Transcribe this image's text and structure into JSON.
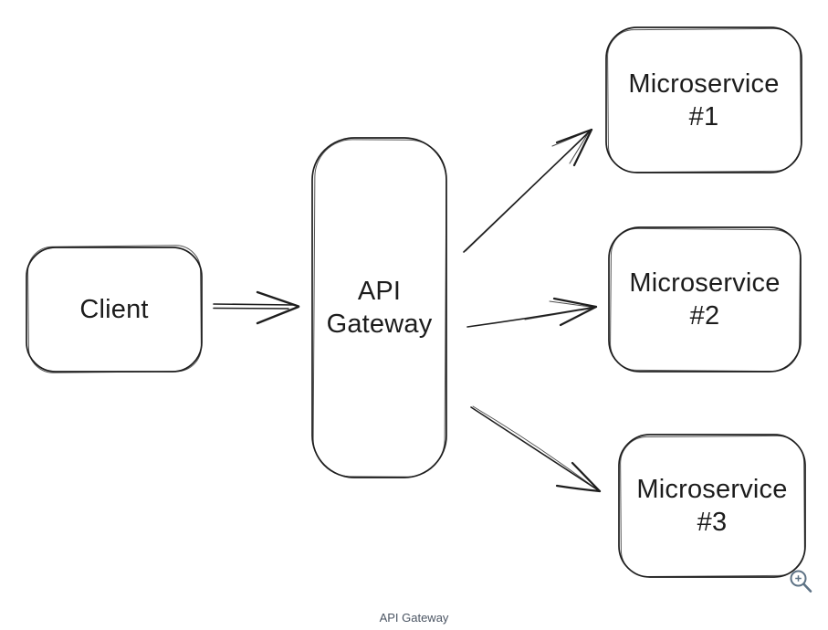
{
  "diagram": {
    "type": "flowchart",
    "caption": "API Gateway",
    "nodes": {
      "client": {
        "label": "Client"
      },
      "gateway": {
        "label": "API Gateway"
      },
      "ms1": {
        "label": "Microservice #1"
      },
      "ms2": {
        "label": "Microservice #2"
      },
      "ms3": {
        "label": "Microservice #3"
      }
    },
    "edges": [
      {
        "from": "Client",
        "to": "API Gateway",
        "style": "double-line open arrow"
      },
      {
        "from": "API Gateway",
        "to": "Microservice #1",
        "style": "open arrow"
      },
      {
        "from": "API Gateway",
        "to": "Microservice #2",
        "style": "open arrow"
      },
      {
        "from": "API Gateway",
        "to": "Microservice #3",
        "style": "open arrow"
      }
    ],
    "colors": {
      "background": "#ffffff",
      "node_stroke": "#1e1e1e",
      "label_text": "#1c1c1c",
      "caption_text": "#4b5563",
      "zoom_icon": "#5d7285"
    }
  },
  "icons": {
    "zoom_in": "magnifier-with-plus"
  }
}
